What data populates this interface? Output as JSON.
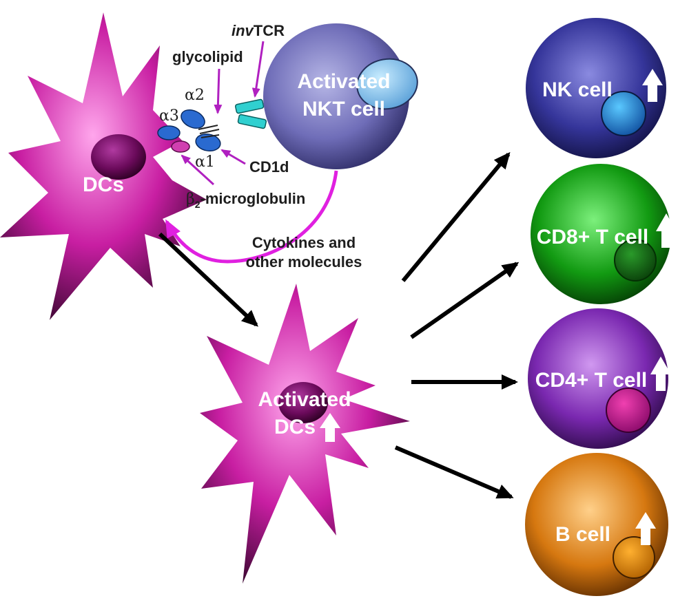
{
  "labels": {
    "dcs": "DCs",
    "nkt_line1": "Activated",
    "nkt_line2": "NKT cell",
    "inv_prefix": "inv",
    "inv_suffix": "TCR",
    "glycolipid": "glycolipid",
    "alpha2": "α2",
    "alpha3": "α3",
    "alpha1": "α1",
    "cd1d": "CD1d",
    "beta": "β",
    "beta_sub": "2",
    "microglobulin": "-microglobulin",
    "cytokines_line1": "Cytokines and",
    "cytokines_line2": "other molecules",
    "activated_dcs_line1": "Activated",
    "activated_dcs_line2": "DCs",
    "nk_cell": "NK cell",
    "cd8": "CD8+ T cell",
    "cd4": "CD4+ T cell",
    "b_cell": "B cell"
  },
  "colors": {
    "dc_magenta": "#c0209a",
    "nkt_purple": "#6a68b8",
    "nk_blue": "#3a3a9a",
    "cd8_green": "#14a014",
    "cd4_purple": "#7a2ab0",
    "b_orange": "#d87a12",
    "arrow_magenta": "#e020e0",
    "cd1d_blue": "#2a6ad0",
    "tcr_cyan": "#30d0d0"
  },
  "icons": [
    "up-arrow-icon"
  ]
}
